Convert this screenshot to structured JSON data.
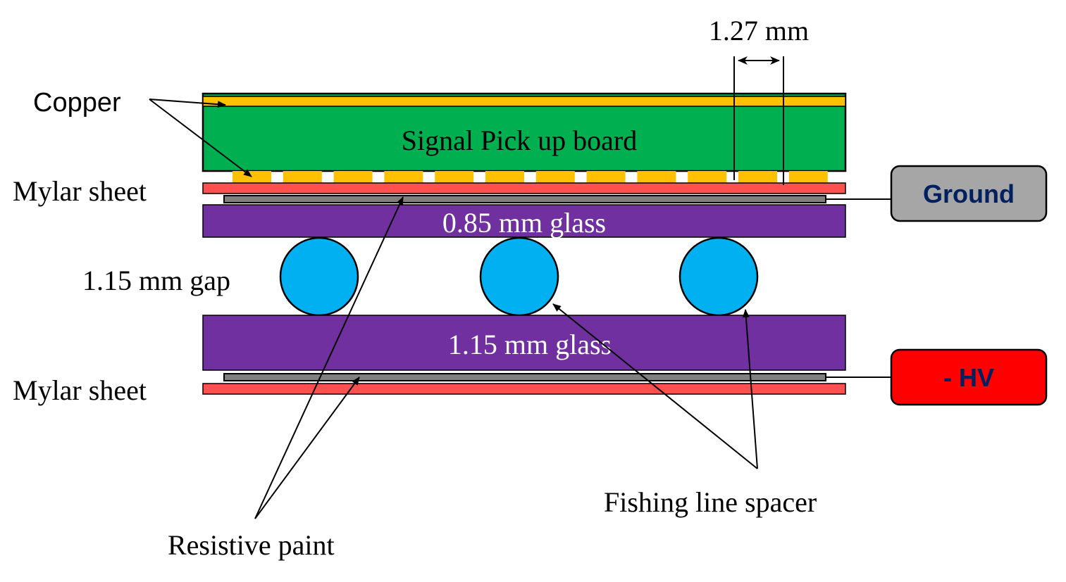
{
  "labels": {
    "pitch": "1.27 mm",
    "copper": "Copper",
    "signal_board": "Signal Pick up board",
    "mylar_top": "Mylar sheet",
    "glass_top": "0.85 mm glass",
    "gap": "1.15 mm gap",
    "glass_bottom": "1.15 mm glass",
    "mylar_bottom": "Mylar sheet",
    "ground": "Ground",
    "hv": "- HV",
    "spacer": "Fishing line spacer",
    "resistive_paint": "Resistive paint"
  },
  "colors": {
    "copper": "#FFC000",
    "board": "#00B050",
    "mylar": "#FF5050",
    "glass": "#7030A0",
    "spacer": "#00B0F0",
    "ground_box": "#A6A6A6",
    "hv_box": "#FF0000",
    "box_text": "#002060",
    "paint": "#808080"
  },
  "copper_strip_count": 12,
  "spacer_count": 3
}
